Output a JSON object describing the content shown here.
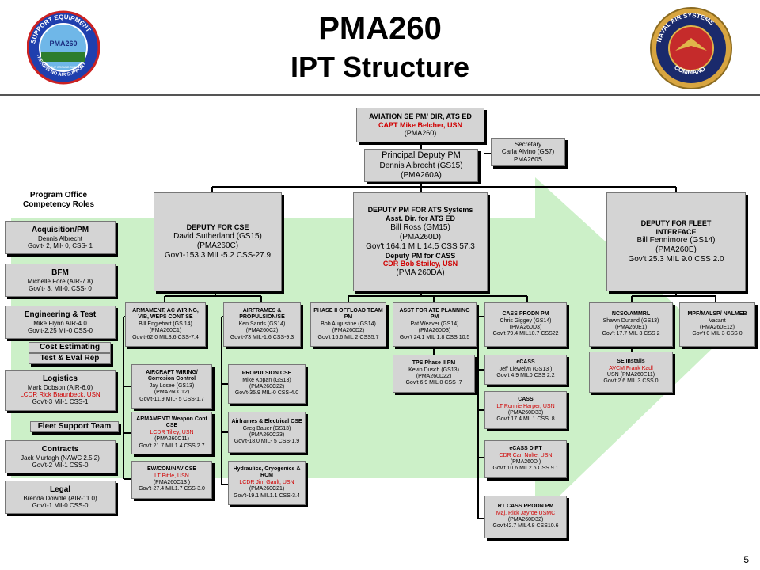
{
  "header": {
    "title": "PMA260",
    "subtitle": "IPT Structure"
  },
  "logos": {
    "left": {
      "ring_text": "SUPPORT EQUIPMENT",
      "bottom_text": "THERE IS NO AIR SUPPORT",
      "center_text": "PMA260",
      "inner_text": "WITHOUT GROUND SUPPORT"
    },
    "right": {
      "ring_text": "NAVAL AIR SYSTEMS",
      "bottom_text": "COMMAND"
    }
  },
  "competency_title": "Program Office Competency Roles",
  "roles": [
    {
      "title": "Acquisition/PM",
      "lines": [
        "Dennis Albrecht",
        "Gov't- 2, Mil- 0, CSS- 1"
      ]
    },
    {
      "title": "BFM",
      "lines": [
        "Michelle Fore (AIR-7.8)",
        "Gov't- 3, Mil-0, CSS- 0"
      ]
    },
    {
      "title": "Engineering & Test",
      "lines": [
        "Mike Flynn AIR-4.0",
        "Gov't-2.25 Mil-0 CSS-0"
      ]
    },
    {
      "title": "Logistics",
      "lines": [
        "Mark Dobson (AIR-6.0)",
        "LCDR Rick Braunbeck, USN",
        "Gov't-3 Mil-1 CSS-1"
      ]
    },
    {
      "title": "Contracts",
      "lines": [
        "Jack Murtagh (NAWC 2.5.2)",
        "Gov't-2 Mil-1 CSS-0"
      ]
    },
    {
      "title": "Legal",
      "lines": [
        "Brenda Dowdle (AIR-11.0)",
        "Gov't-1 Mil-0 CSS-0"
      ]
    }
  ],
  "pills": {
    "cost": "Cost Estimating",
    "test": "Test & Eval Rep",
    "fleet": "Fleet Support Team"
  },
  "top": {
    "ase": [
      "AVIATION SE PM/ DIR, ATS ED",
      "CAPT Mike Belcher, USN",
      "(PMA260)"
    ],
    "secretary": [
      "Secretary",
      "Carla Alvino (GS7)",
      "PMA260S"
    ],
    "deputy": [
      "Principal Deputy PM",
      "Dennis Albrecht (GS15)",
      "(PMA260A)"
    ]
  },
  "deputies": {
    "cse": [
      "DEPUTY FOR CSE",
      "David Sutherland (GS15)",
      "(PMA260C)",
      "Gov't-153.3 MIL-5.2 CSS-27.9"
    ],
    "ats": [
      "DEPUTY PM FOR ATS Systems",
      "Asst. Dir. for ATS ED",
      "Bill Ross (GM15)",
      "(PMA260D)",
      "Gov't 164.1 MIL 14.5 CSS 57.3",
      "Deputy PM for CASS",
      "CDR Bob Stailey, USN",
      "(PMA 260DA)"
    ],
    "fleet": [
      "DEPUTY FOR FLEET INTERFACE",
      "Bill Fennimore (GS14)",
      "(PMA260E)",
      "Gov't 25.3 MIL 9.0 CSS 2.0"
    ]
  },
  "cse_left": [
    [
      "ARMAMENT, AC WIRING, VIB, WEPS CONT SE",
      "Bill Englehart  (GS 14)",
      "(PMA260C1)",
      "Gov't-62.0  MIL3.6  CSS-7.4"
    ],
    [
      "AIRCRAFT WIRING/ Corrosion Control",
      "Jay Losee  (GS13)",
      "(PMA260C12)",
      "Gov't-11.9  MIL- 5  CSS-1.7"
    ],
    [
      "ARMAMENT/ Weapon Cont CSE",
      "LCDR Tilley, USN",
      "(PMA260C11)",
      "Gov't 21.7  MIL1.4  CSS 2.7"
    ],
    [
      "EW/COM/NAV CSE",
      "LT Bittle, USN",
      "(PMA260C13 )",
      "Gov't-27.4  MIL1.7  CSS-3.0"
    ]
  ],
  "cse_right": [
    [
      "AIRFRAMES & PROPULSION/SE",
      "Ken Sands  (GS14)",
      "(PMA260C2)",
      "Gov't-73  MIL-1.6  CSS-9.3"
    ],
    [
      "PROPULSION CSE",
      "Mike Kopan  (GS13)",
      "(PMA260C22)",
      "Gov't-35.9  MIL-0  CSS-4.0"
    ],
    [
      "Airframes & Electrical CSE",
      "Greg Bauer  (GS13)",
      "(PMA260C23)",
      "Gov't-18.0  MIL- 5  CSS-1.9"
    ],
    [
      "Hydraulics, Cryogenics & RCM",
      "LCDR Jim Gault, USN",
      "(PMA260C21)",
      "Gov't-19.1  MIL1.1  CSS-3.4"
    ]
  ],
  "ats_col1": [
    [
      "PHASE II OFFLOAD TEAM PM",
      "Bob Augustine  (GS14)",
      "(PMA260D2)",
      "Gov't 16.6  MIL 2  CSS5.7"
    ]
  ],
  "ats_col2": [
    [
      "ASST FOR ATE PLANNING PM",
      "Pat Weaver  (GS14)",
      "(PMA260D3)",
      "Gov't 24.1  MIL 1.8  CSS 10.5"
    ],
    [
      "TPS Phase II PM",
      "Kevin Dusch (GS13)",
      "(PMA260D22)",
      "Gov't 6.9  MIL 0  CSS .7"
    ]
  ],
  "ats_col3": [
    [
      "CASS PRODN PM",
      "Chris Giggey  (GS14)",
      "(PMA260D3)",
      "Gov't 79.4  MIL10.7  CSS22"
    ],
    [
      "eCASS",
      "Jeff Llewelyn  (GS13 )",
      "Gov't 4.9  MIL0  CSS 2.2"
    ],
    [
      "CASS",
      "LT Ronnie Harper, USN",
      "(PMA260D33)",
      "Gov't 17.4  MIL1  CSS .8"
    ],
    [
      "eCASS DIPT",
      "CDR Carl Nolte, USN",
      "(PMA260D )",
      "Gov't 10.6  MIL2.6  CSS 9.1"
    ],
    [
      "RT CASS PRODN PM",
      "Maj. Rick Jayroe  USMC",
      "(PMA260D32)",
      "Gov't42.7  MIL4.8  CSS10.6"
    ]
  ],
  "fleet_col1": [
    [
      "NCSO/AMMRL",
      "Shawn Durand (GS13)",
      "(PMA260E1)",
      "Gov't 17.7  MIL 3  CSS 2"
    ],
    [
      "SE Installs",
      "AVCM Frank Kadl",
      "USN (PMA260E11)",
      "Gov't 2.6  MIL 3  CSS 0"
    ]
  ],
  "fleet_col2": [
    [
      "MPF/MALSP/ NALMEB",
      "Vacant",
      "(PMA260E12)",
      "Gov't 0  MIL 3  CSS 0"
    ]
  ],
  "page_number": "5",
  "colors": {
    "arrow": "#ccf0c8",
    "box": "#d4d4d4",
    "accent_red": "#d00000"
  }
}
